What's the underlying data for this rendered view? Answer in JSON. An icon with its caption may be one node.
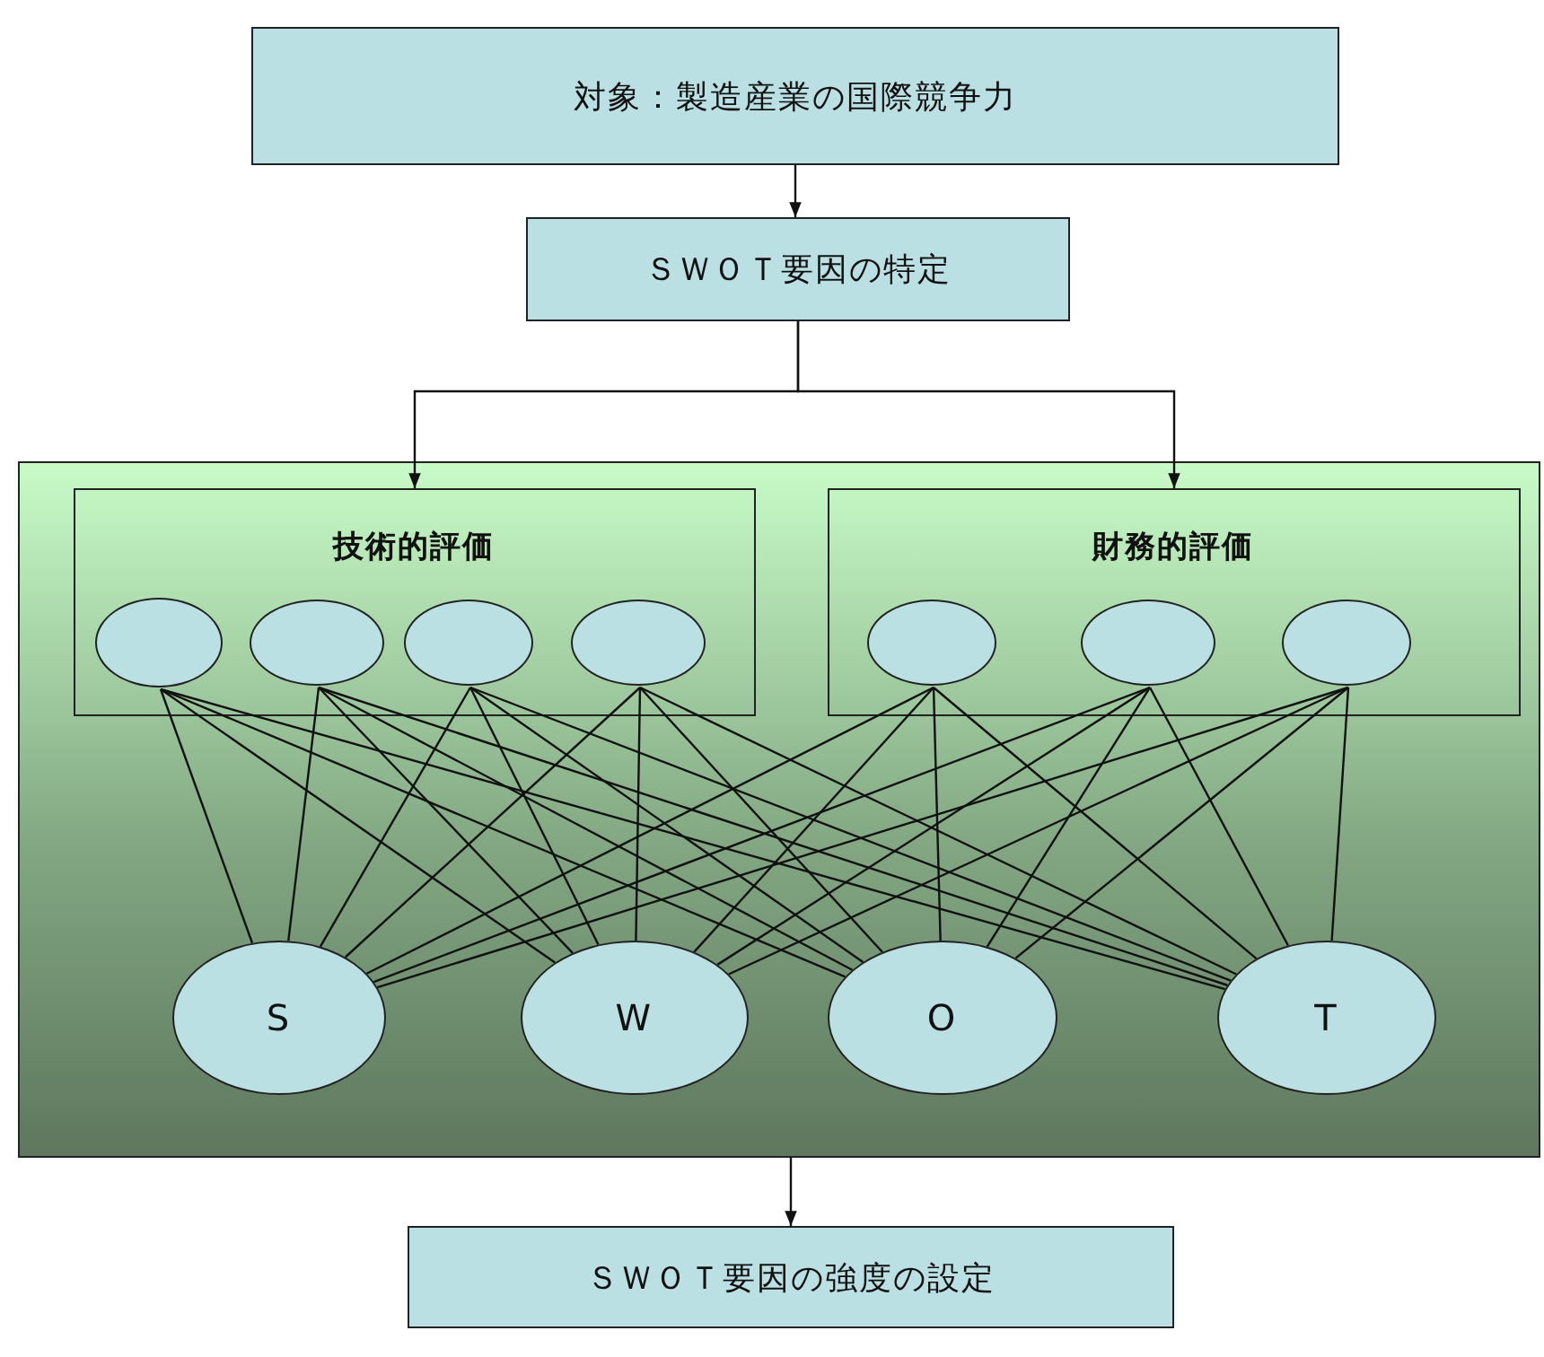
{
  "diagram": {
    "nodes": [
      {
        "text": [
          "対象：製造産業の国際競争力"
        ]
      },
      {
        "text": [
          "ＳＷＯＴ要因の特定"
        ]
      },
      {
        "text": [],
        "shape": "box"
      },
      {
        "text": [
          "技術的評価"
        ],
        "in": 2
      },
      {
        "text": [
          "財務的評価"
        ],
        "in": 2
      },
      {
        "text": [],
        "shape": "ellipse",
        "in": 3
      },
      {
        "text": [],
        "shape": "ellipse",
        "in": 3
      },
      {
        "text": [],
        "shape": "ellipse",
        "in": 3
      },
      {
        "text": [],
        "shape": "ellipse",
        "in": 3
      },
      {
        "text": [],
        "shape": "ellipse",
        "in": 4
      },
      {
        "text": [],
        "shape": "ellipse",
        "in": 4
      },
      {
        "text": [],
        "shape": "ellipse",
        "in": 4
      },
      {
        "text": [
          "S"
        ],
        "in": 2
      },
      {
        "text": [
          "W"
        ],
        "in": 2
      },
      {
        "text": [
          "O"
        ],
        "in": 2
      },
      {
        "text": [
          "T"
        ],
        "in": 2
      },
      {
        "text": [
          "ＳＷＯＴ要因の強度の設定"
        ]
      }
    ],
    "edges": [
      {
        "from": 0,
        "to": 1,
        "arrow": "to"
      },
      {
        "from": 1,
        "to": 3,
        "arrow": "to"
      },
      {
        "from": 1,
        "to": 4,
        "arrow": "to"
      },
      {
        "from": 2,
        "to": 16,
        "arrow": "to"
      },
      {
        "from": 5,
        "to": 12,
        "arrow": "none"
      },
      {
        "from": 5,
        "to": 13,
        "arrow": "none"
      },
      {
        "from": 5,
        "to": 14,
        "arrow": "none"
      },
      {
        "from": 5,
        "to": 15,
        "arrow": "none"
      },
      {
        "from": 6,
        "to": 12,
        "arrow": "none"
      },
      {
        "from": 6,
        "to": 13,
        "arrow": "none"
      },
      {
        "from": 6,
        "to": 14,
        "arrow": "none"
      },
      {
        "from": 6,
        "to": 15,
        "arrow": "none"
      },
      {
        "from": 7,
        "to": 12,
        "arrow": "none"
      },
      {
        "from": 7,
        "to": 13,
        "arrow": "none"
      },
      {
        "from": 7,
        "to": 14,
        "arrow": "none"
      },
      {
        "from": 7,
        "to": 15,
        "arrow": "none"
      },
      {
        "from": 8,
        "to": 12,
        "arrow": "none"
      },
      {
        "from": 8,
        "to": 13,
        "arrow": "none"
      },
      {
        "from": 8,
        "to": 14,
        "arrow": "none"
      },
      {
        "from": 8,
        "to": 15,
        "arrow": "none"
      },
      {
        "from": 9,
        "to": 12,
        "arrow": "none"
      },
      {
        "from": 9,
        "to": 13,
        "arrow": "none"
      },
      {
        "from": 9,
        "to": 14,
        "arrow": "none"
      },
      {
        "from": 9,
        "to": 15,
        "arrow": "none"
      },
      {
        "from": 10,
        "to": 12,
        "arrow": "none"
      },
      {
        "from": 10,
        "to": 13,
        "arrow": "none"
      },
      {
        "from": 10,
        "to": 14,
        "arrow": "none"
      },
      {
        "from": 10,
        "to": 15,
        "arrow": "none"
      },
      {
        "from": 11,
        "to": 12,
        "arrow": "none"
      },
      {
        "from": 11,
        "to": 13,
        "arrow": "none"
      },
      {
        "from": 11,
        "to": 14,
        "arrow": "none"
      },
      {
        "from": 11,
        "to": 15,
        "arrow": "none"
      }
    ]
  }
}
